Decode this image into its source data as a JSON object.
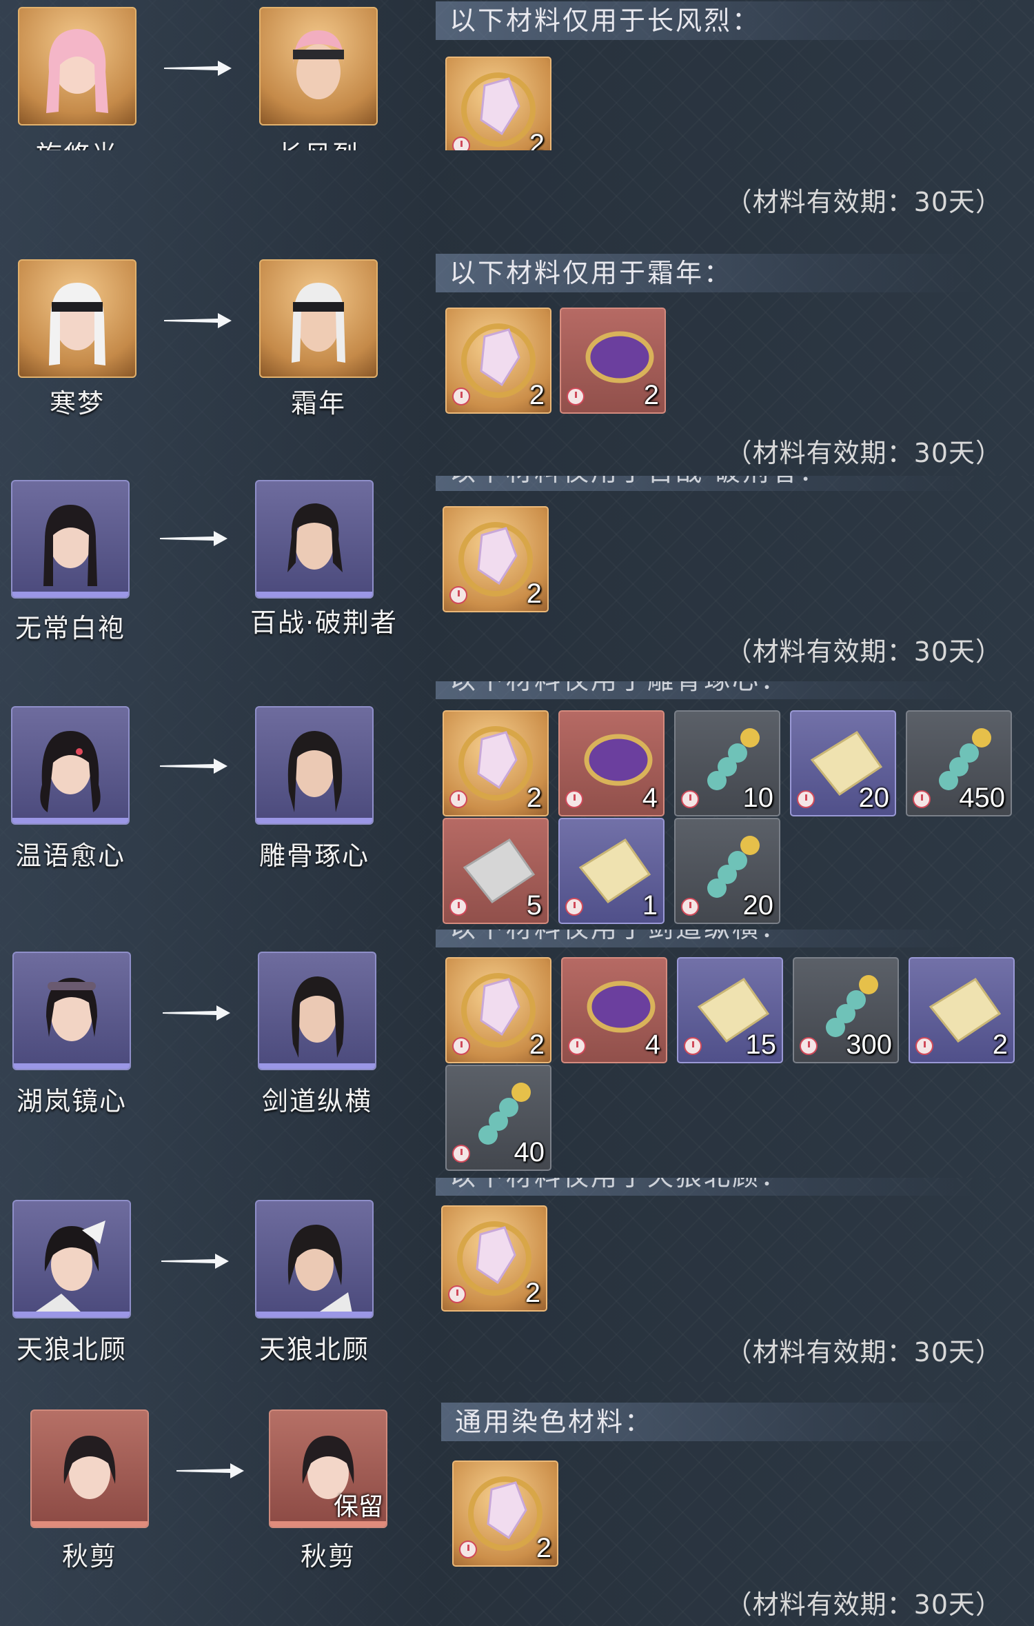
{
  "validity_text": "（材料有效期：30天）",
  "rows": [
    {
      "from": "旋悠光",
      "to": "长风烈",
      "header": "以下材料仅用于长风烈：",
      "items": [
        {
          "type": "crystal",
          "q": "2"
        }
      ]
    },
    {
      "from": "寒梦",
      "to": "霜年",
      "header": "以下材料仅用于霜年：",
      "items": [
        {
          "type": "crystal",
          "q": "2"
        },
        {
          "type": "ring",
          "q": "2"
        }
      ]
    },
    {
      "from": "无常白袍",
      "to": "百战·破荆者",
      "header": "以下材料仅用于百战·破荆者：",
      "items": [
        {
          "type": "crystal",
          "q": "2"
        }
      ]
    },
    {
      "from": "温语愈心",
      "to": "雕骨琢心",
      "header": "以下材料仅用于雕骨琢心：",
      "items": [
        {
          "type": "crystal",
          "q": "2"
        },
        {
          "type": "ring",
          "q": "4"
        },
        {
          "type": "bottle",
          "q": "10"
        },
        {
          "type": "cloth",
          "q": "20"
        },
        {
          "type": "bottle",
          "q": "450"
        },
        {
          "type": "cloth",
          "q": "5"
        },
        {
          "type": "cloth",
          "q": "1"
        },
        {
          "type": "bottle",
          "q": "20"
        }
      ]
    },
    {
      "from": "湖岚镜心",
      "to": "剑道纵横",
      "header": "以下材料仅用于剑道纵横：",
      "items": [
        {
          "type": "crystal",
          "q": "2"
        },
        {
          "type": "ring",
          "q": "4"
        },
        {
          "type": "cloth",
          "q": "15"
        },
        {
          "type": "bottle",
          "q": "300"
        },
        {
          "type": "cloth",
          "q": "2"
        },
        {
          "type": "bottle",
          "q": "40"
        }
      ]
    },
    {
      "from": "天狼北顾",
      "to": "天狼北顾",
      "header": "以下材料仅用于天狼北顾：",
      "items": [
        {
          "type": "crystal",
          "q": "2"
        }
      ]
    },
    {
      "from": "秋剪",
      "to": "秋剪",
      "keep": "保留",
      "header": "通用染色材料：",
      "items": [
        {
          "type": "crystal",
          "q": "2"
        }
      ]
    }
  ]
}
